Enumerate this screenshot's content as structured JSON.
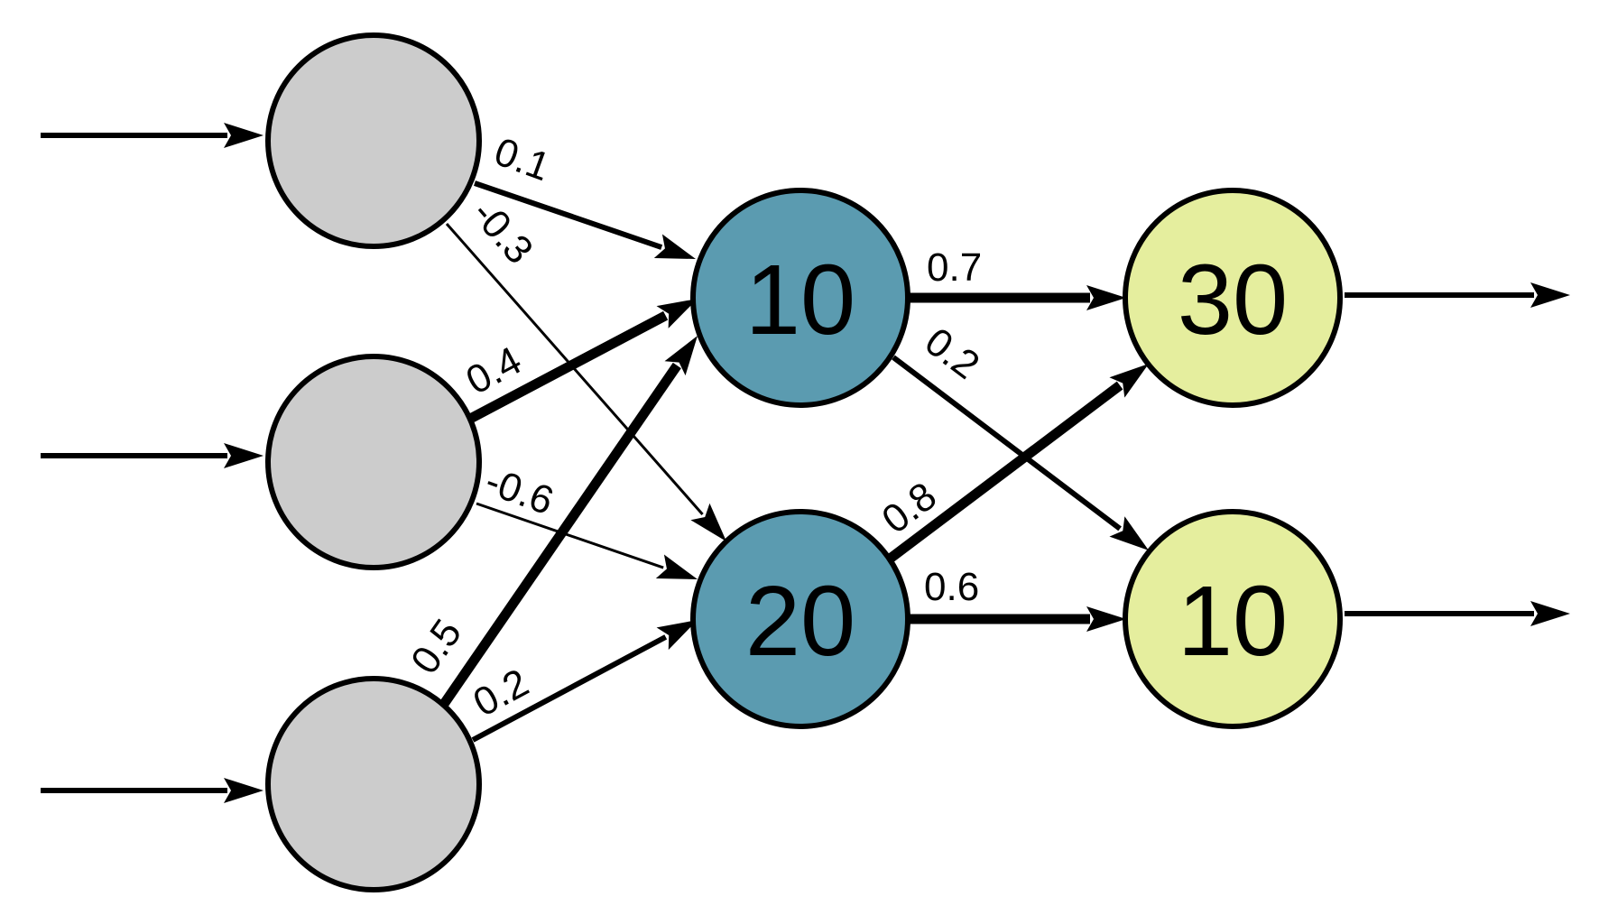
{
  "colors": {
    "input_node": "#cccccc",
    "hidden_node": "#5b9bb0",
    "output_node": "#e5ee9e",
    "stroke": "#000000"
  },
  "nodes": {
    "hidden": [
      {
        "id": "h1",
        "value": "10"
      },
      {
        "id": "h2",
        "value": "20"
      }
    ],
    "output": [
      {
        "id": "o1",
        "value": "30"
      },
      {
        "id": "o2",
        "value": "10"
      }
    ]
  },
  "weights": {
    "i1_h1": "0.1",
    "i1_h2": "-0.3",
    "i2_h1": "0.4",
    "i2_h2": "-0.6",
    "i3_h1": "0.5",
    "i3_h2": "0.2",
    "h1_o1": "0.7",
    "h1_o2": "0.2",
    "h2_o1": "0.8",
    "h2_o2": "0.6"
  }
}
